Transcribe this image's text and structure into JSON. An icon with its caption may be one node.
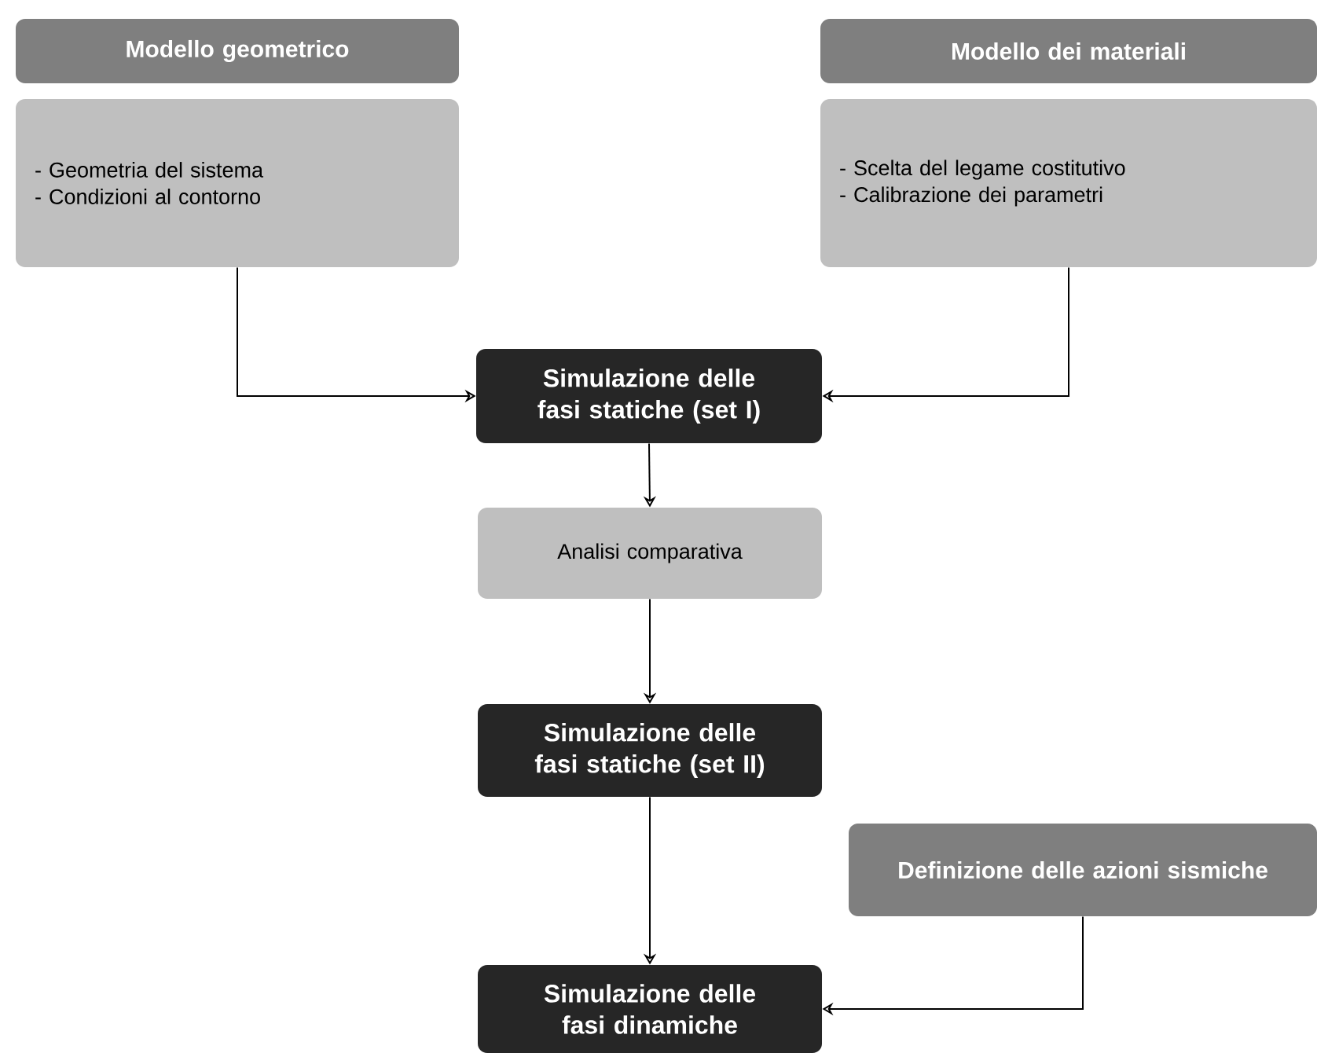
{
  "diagram": {
    "nodes": [
      {
        "text": [
          "Modello geometrico"
        ]
      },
      {
        "text": [
          "- Geometria del sistema",
          "- Condizioni al contorno"
        ]
      },
      {
        "text": [
          "Modello dei materiali"
        ]
      },
      {
        "text": [
          "- Scelta del legame costitutivo",
          "- Calibrazione dei parametri"
        ]
      },
      {
        "text": [
          "Simulazione delle fasi statiche (set I)"
        ]
      },
      {
        "text": [
          "Analisi comparativa"
        ]
      },
      {
        "text": [
          "Simulazione delle fasi statiche (set II)"
        ]
      },
      {
        "text": [
          "Definizione delle azioni sismiche"
        ]
      },
      {
        "text": [
          "Simulazione delle fasi dinamiche"
        ]
      }
    ],
    "edges": [
      {
        "from": 1,
        "to": 4,
        "arrow": "to"
      },
      {
        "from": 3,
        "to": 4,
        "arrow": "to"
      },
      {
        "from": 4,
        "to": 5,
        "arrow": "to"
      },
      {
        "from": 5,
        "to": 6,
        "arrow": "to"
      },
      {
        "from": 6,
        "to": 8,
        "arrow": "to"
      },
      {
        "from": 7,
        "to": 8,
        "arrow": "to"
      }
    ]
  }
}
